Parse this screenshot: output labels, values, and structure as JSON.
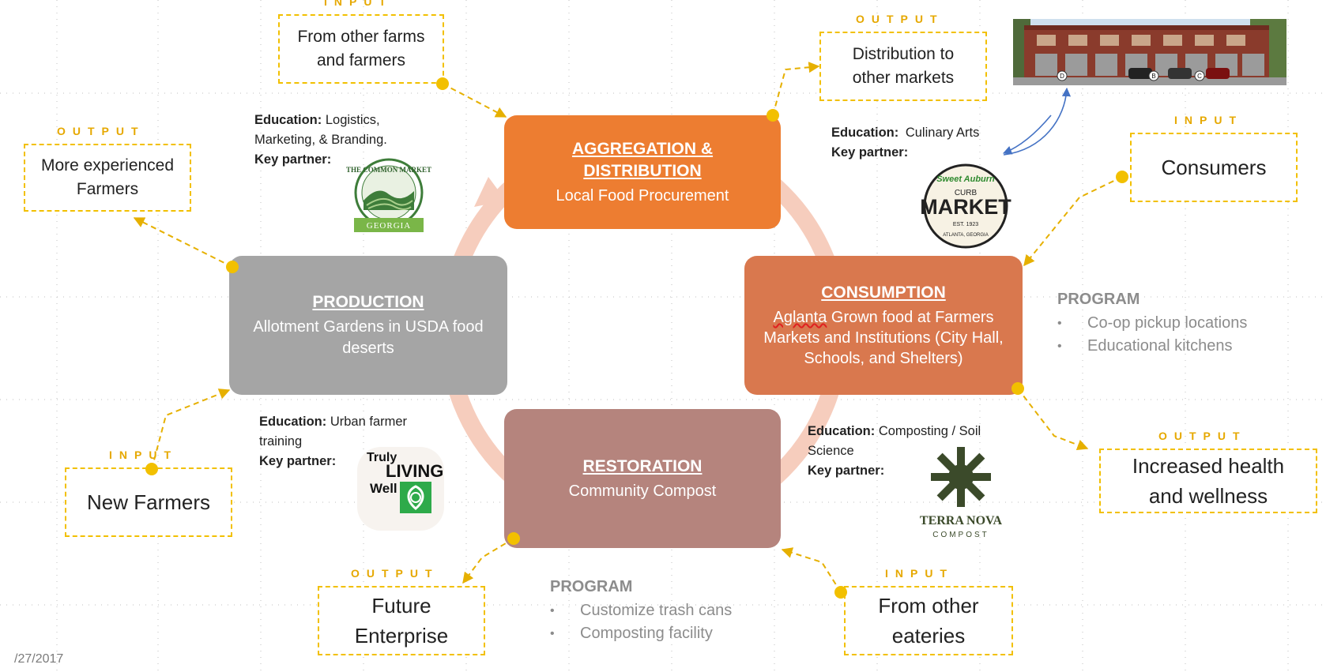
{
  "stages": {
    "aggregation": {
      "title": "AGGREGATION & DISTRIBUTION",
      "subtitle": "Local Food Procurement"
    },
    "production": {
      "title": "PRODUCTION",
      "subtitle": "Allotment Gardens in USDA food deserts"
    },
    "consumption": {
      "title": "CONSUMPTION",
      "subtitle_highlight": "Aglanta",
      "subtitle_rest": " Grown food at Farmers Markets and Institutions (City Hall, Schools, and Shelters)"
    },
    "restoration": {
      "title": "RESTORATION",
      "subtitle": "Community Compost"
    }
  },
  "io_items": {
    "from_farms": {
      "tag": "INPUT",
      "text": "From other farms and farmers"
    },
    "distribution": {
      "tag": "OUTPUT",
      "text": "Distribution to other markets"
    },
    "experienced": {
      "tag": "OUTPUT",
      "text": "More experienced Farmers"
    },
    "consumers": {
      "tag": "INPUT",
      "text": "Consumers"
    },
    "new_farmers": {
      "tag": "INPUT",
      "text": "New Farmers"
    },
    "health": {
      "tag": "OUTPUT",
      "text": "Increased health and wellness"
    },
    "enterprise": {
      "tag": "OUTPUT",
      "text": "Future Enterprise"
    },
    "eateries": {
      "tag": "INPUT",
      "text": "From other eateries"
    }
  },
  "education": {
    "label": "Education:",
    "partner_label": "Key partner:",
    "aggregation": "Logistics, Marketing, & Branding.",
    "consumption": "Culinary Arts",
    "production": "Urban farmer training",
    "restoration": "Composting / Soil Science"
  },
  "programs": {
    "label": "PROGRAM",
    "consumption": [
      "Co-op pickup locations",
      "Educational kitchens"
    ],
    "restoration": [
      "Customize trash cans",
      "Composting facility"
    ]
  },
  "logos": {
    "common_market": {
      "top": "THE COMMON MARKET",
      "bottom": "GEORGIA"
    },
    "curb_market": {
      "top": "Sweet Auburn",
      "line1": "CURB",
      "line2": "MARKET",
      "est": "EST. 1923",
      "bottom": "ATLANTA, GEORGIA"
    },
    "truly_living_well": {
      "line1": "Truly",
      "line2": "LIVING",
      "line3": "Well"
    },
    "terra_nova": {
      "line1": "TERRA NOVA",
      "line2": "COMPOST"
    }
  },
  "photo_markers": [
    "D",
    "B",
    "C"
  ],
  "colors": {
    "aggregation": "#ed7d31",
    "production": "#a5a5a5",
    "consumption": "#d9784e",
    "restoration": "#b5847d",
    "dashed": "#f2c000",
    "arrow": "#e6b000",
    "cycle": "#f6cdbd",
    "program_text": "#8c8c8c",
    "blue_arrow": "#4472c4"
  },
  "footer_date": "/27/2017"
}
